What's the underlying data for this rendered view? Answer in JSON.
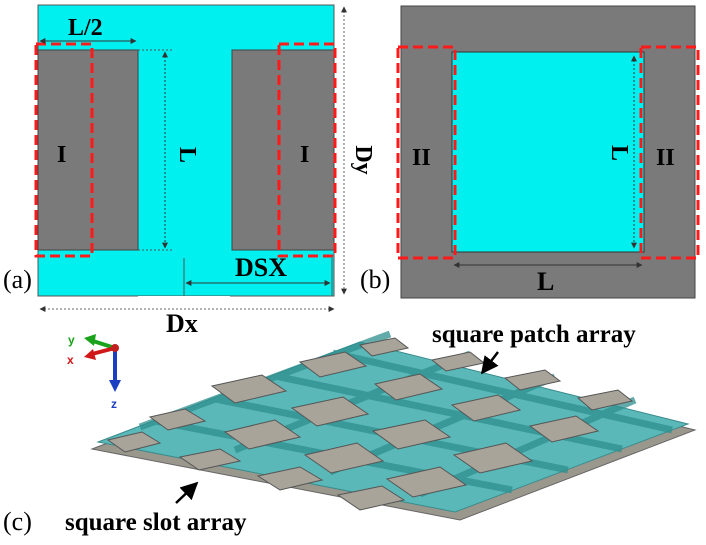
{
  "panel_a": {
    "tag": "(a)",
    "half_length_label": "L/2",
    "length_label": "L",
    "region_left": "I",
    "region_right": "I",
    "dy_label": "Dy",
    "dsx_label": "DSX",
    "dx_label": "Dx"
  },
  "panel_b": {
    "tag": "(b)",
    "length_vertical": "L",
    "length_horizontal": "L",
    "region_left": "II",
    "region_right": "II"
  },
  "panel_c": {
    "tag": "(c)",
    "top_array_label": "square patch array",
    "bottom_array_label": "square slot array",
    "axes": {
      "y": "y",
      "x": "x",
      "z": "z"
    }
  },
  "colors": {
    "substrate_cyan": "#00f0f0",
    "metal_gray": "#777777",
    "highlight_red": "#ff1a1a",
    "dielectric_teal": "#5ab8b8",
    "patch_gray": "#a8a49a"
  }
}
